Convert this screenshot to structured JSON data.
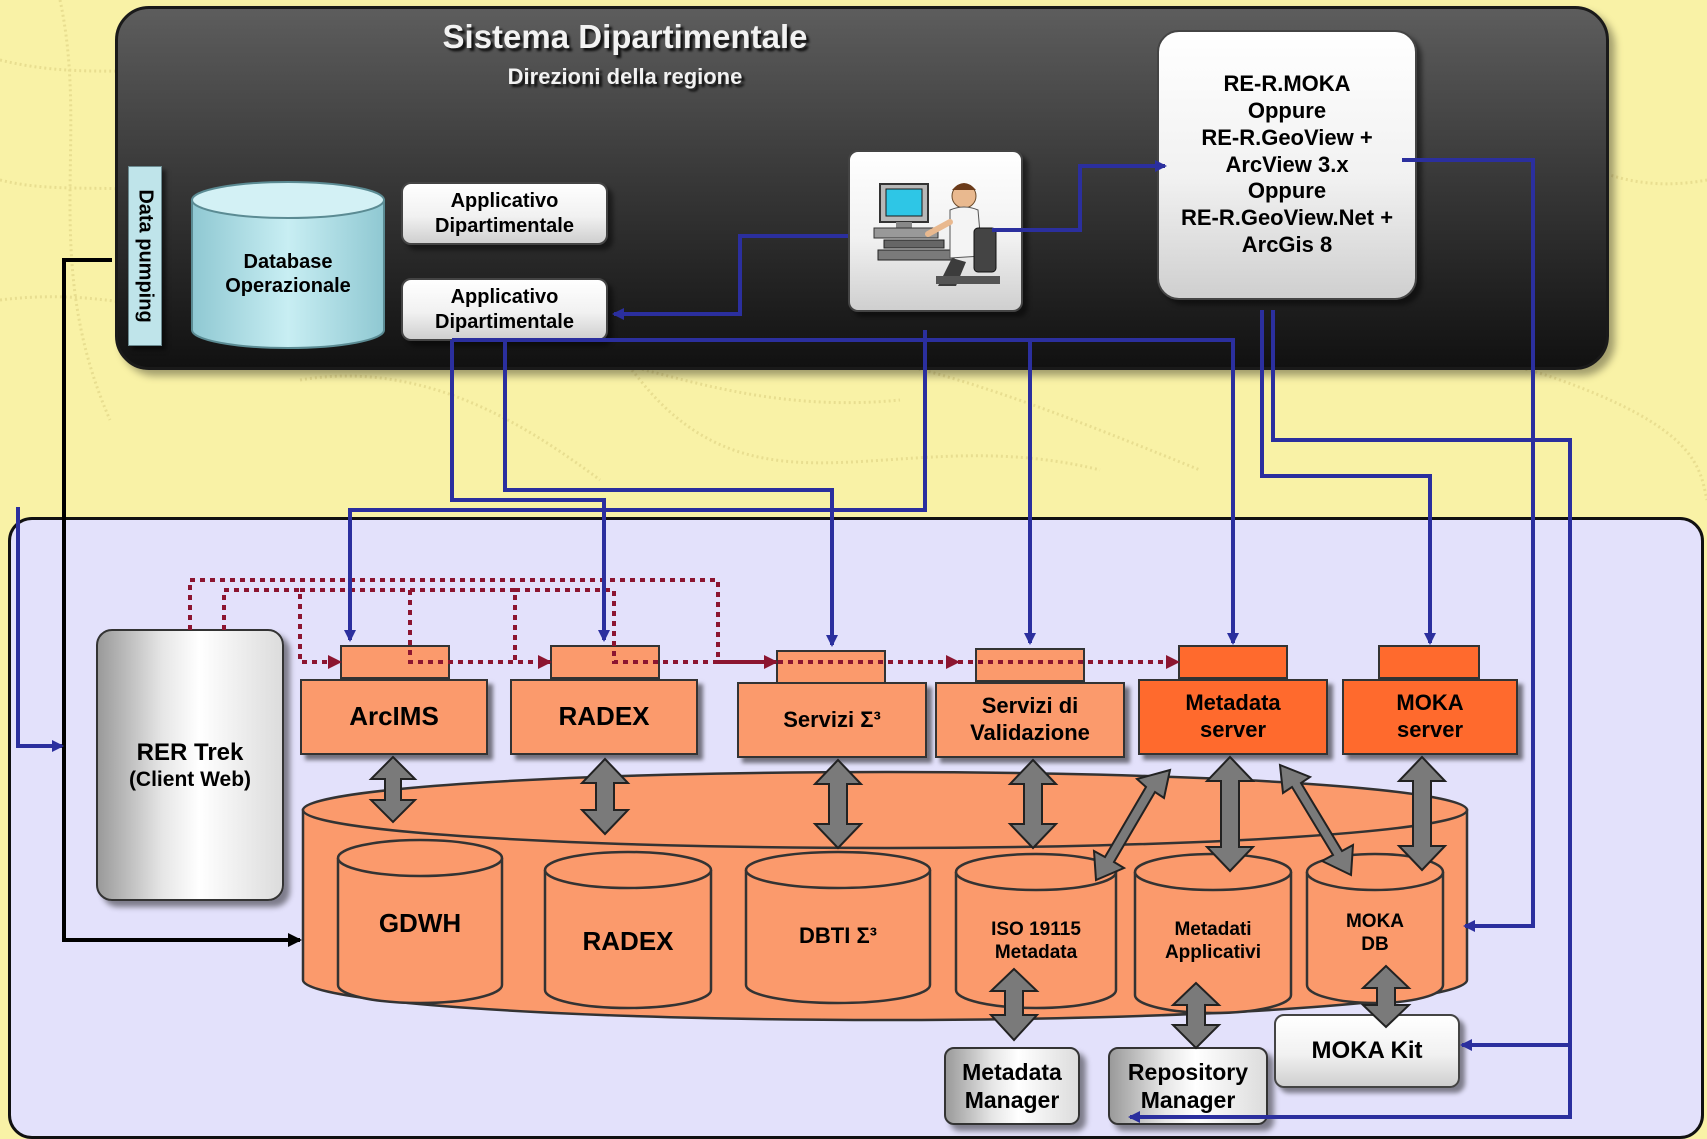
{
  "colors": {
    "background": "#f9f2a6",
    "top_panel": "#3a3a3a",
    "bottom_panel": "#e3e1fb",
    "component_orange": "#fb9a6c",
    "component_orange_dark": "#ff6a2d",
    "connector_blue": "#2b2f9e",
    "connector_red_dotted": "#8c1530",
    "database_light_blue": "#bfe4ea"
  },
  "top_panel": {
    "title": "Sistema Dipartimentale",
    "subtitle": "Direzioni della regione",
    "data_pumping": "Data pumping",
    "database": {
      "line1": "Database",
      "line2": "Operazionale"
    },
    "app_1": {
      "line1": "Applicativo",
      "line2": "Dipartimentale"
    },
    "app_2": {
      "line1": "Applicativo",
      "line2": "Dipartimentale"
    },
    "user_workstation_icon": "user-at-computer-icon",
    "client_box": [
      "RE-R.MOKA",
      "Oppure",
      "RE-R.GeoView +",
      "ArcView 3.x",
      "Oppure",
      "RE-R.GeoView.Net +",
      "ArcGis 8"
    ]
  },
  "bottom_panel": {
    "client_web": {
      "line1": "RER Trek",
      "line2": "(Client Web)"
    },
    "services": [
      {
        "label": "ArcIMS"
      },
      {
        "label": "RADEX"
      },
      {
        "label": "Servizi Σ³"
      },
      {
        "line1": "Servizi di",
        "line2": "Validazione"
      },
      {
        "line1": "Metadata",
        "line2": "server"
      },
      {
        "line1": "MOKA",
        "line2": "server"
      }
    ],
    "databases": [
      {
        "label": "GDWH"
      },
      {
        "label": "RADEX"
      },
      {
        "label": "DBTI Σ³"
      },
      {
        "line1": "ISO 19115",
        "line2": "Metadata"
      },
      {
        "line1": "Metadati",
        "line2": "Applicativi"
      },
      {
        "line1": "MOKA",
        "line2": "DB"
      }
    ],
    "tools": {
      "metadata_manager": {
        "line1": "Metadata",
        "line2": "Manager"
      },
      "repository_manager": {
        "line1": "Repository",
        "line2": "Manager"
      },
      "moka_kit": "MOKA Kit"
    }
  }
}
